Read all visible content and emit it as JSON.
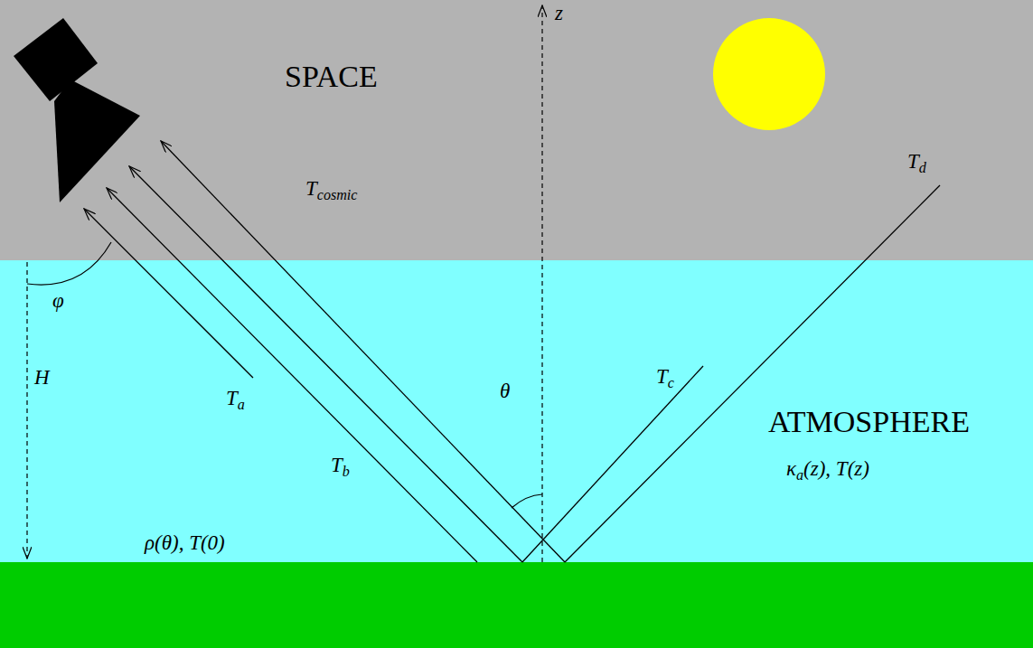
{
  "diagram": {
    "nodes": [
      {
        "text": [
          "SPACE",
          "Tcosmic"
        ]
      },
      {
        "text": [
          "ATMOSPHERE",
          "κa(z), T(z)"
        ]
      }
    ],
    "labels": [
      "z",
      "Ta",
      "Tb",
      "Tc",
      "Td",
      "θ",
      "φ",
      "H",
      "ρ(θ), T(0)"
    ]
  }
}
